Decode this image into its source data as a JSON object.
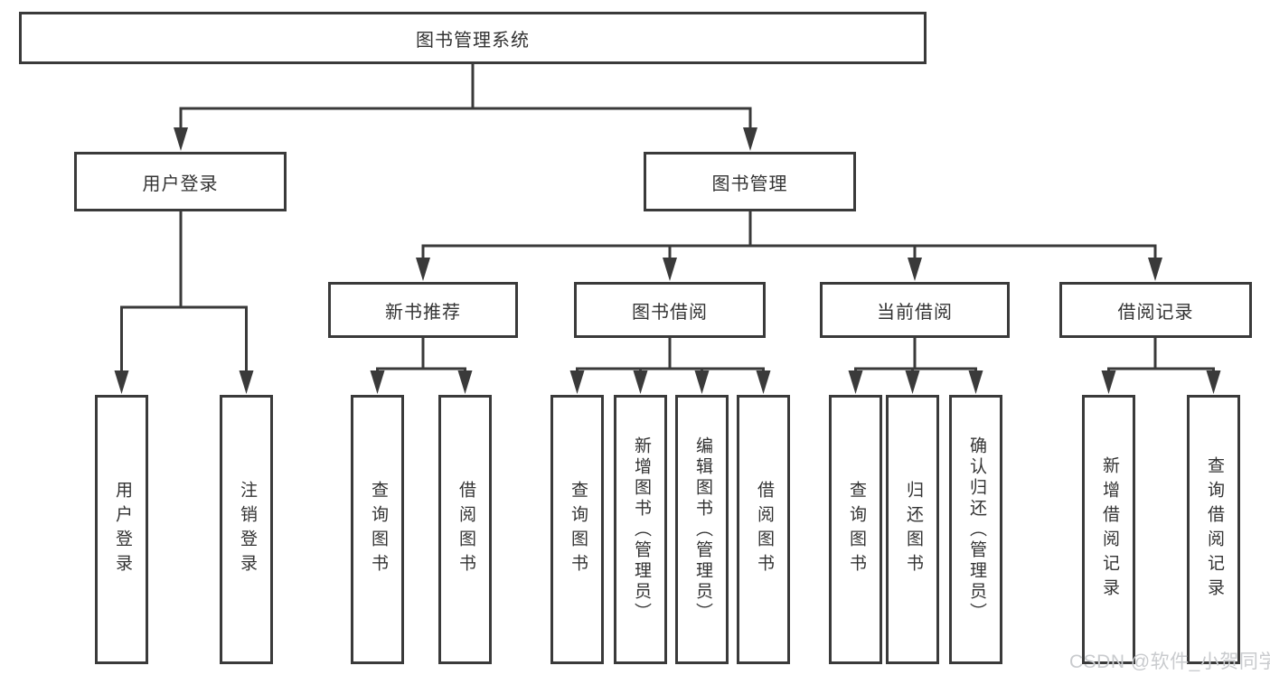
{
  "diagram_title": "图书管理系统",
  "tree": {
    "label": "图书管理系统",
    "children": [
      {
        "label": "用户登录",
        "children": [
          {
            "label": "用户登录"
          },
          {
            "label": "注销登录"
          }
        ]
      },
      {
        "label": "图书管理",
        "children": [
          {
            "label": "新书推荐",
            "children": [
              {
                "label": "查询图书"
              },
              {
                "label": "借阅图书"
              }
            ]
          },
          {
            "label": "图书借阅",
            "children": [
              {
                "label": "查询图书"
              },
              {
                "label": "新增图书（管理员）"
              },
              {
                "label": "编辑图书（管理员）"
              },
              {
                "label": "借阅图书"
              }
            ]
          },
          {
            "label": "当前借阅",
            "children": [
              {
                "label": "查询图书"
              },
              {
                "label": "归还图书"
              },
              {
                "label": "确认归还（管理员）"
              }
            ]
          },
          {
            "label": "借阅记录",
            "children": [
              {
                "label": "新增借阅记录"
              },
              {
                "label": "查询借阅记录"
              }
            ]
          }
        ]
      }
    ]
  },
  "watermark": {
    "text": "CSDN @软件_小贺同学"
  },
  "colors": {
    "line": "#3a3a3a",
    "text": "#333333",
    "watermark": "#c9cbce",
    "background": "#ffffff"
  }
}
